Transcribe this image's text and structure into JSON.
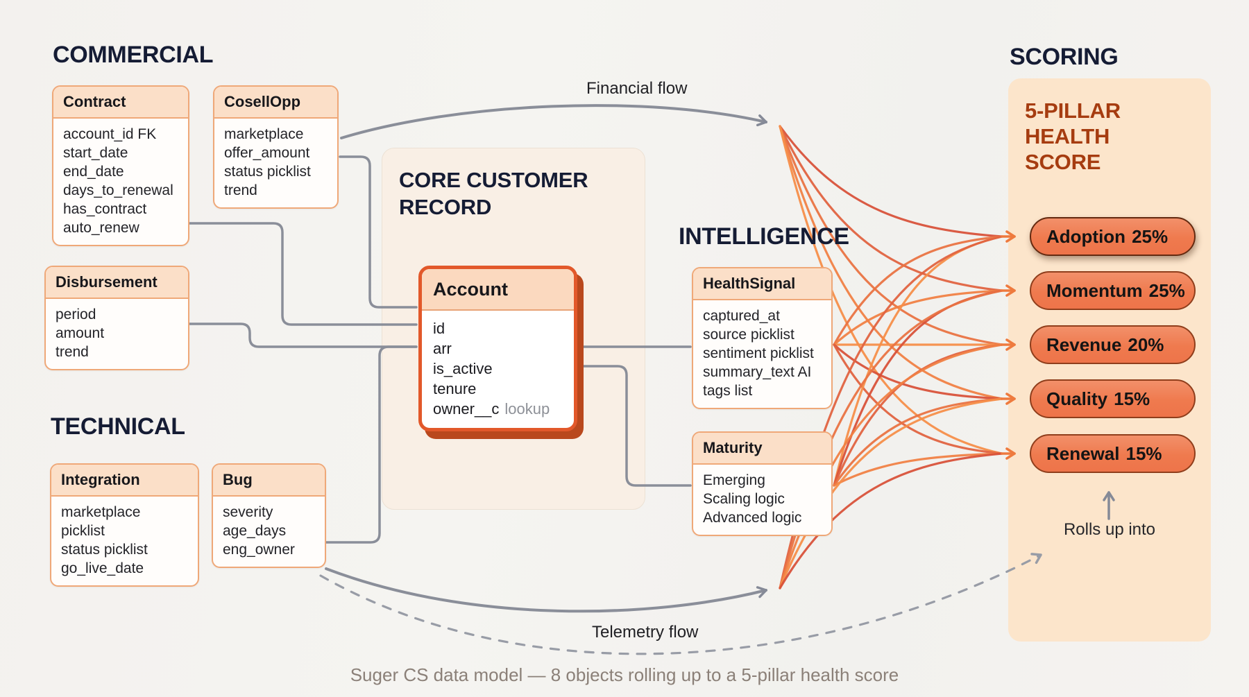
{
  "sections": {
    "commercial": "COMMERCIAL",
    "technical": "TECHNICAL",
    "intelligence": "INTELLIGENCE",
    "scoring": "SCORING"
  },
  "core": {
    "title_lines": [
      "CORE CUSTOMER",
      "RECORD"
    ]
  },
  "entities": {
    "contract": {
      "title": "Contract",
      "fields": [
        "account_id FK",
        "start_date",
        "end_date",
        "days_to_renewal",
        "has_contract",
        "auto_renew"
      ]
    },
    "cosellopp": {
      "title": "CosellOpp",
      "fields": [
        "marketplace",
        "offer_amount",
        "status picklist",
        "trend"
      ]
    },
    "disbursement": {
      "title": "Disbursement",
      "fields": [
        "period",
        "amount",
        "trend"
      ]
    },
    "integration": {
      "title": "Integration",
      "fields": [
        "marketplace picklist",
        "status picklist",
        "go_live_date"
      ]
    },
    "bug": {
      "title": "Bug",
      "fields": [
        "severity",
        "age_days",
        "eng_owner"
      ]
    },
    "account": {
      "title": "Account",
      "fields": [
        "id",
        "arr",
        "is_active",
        "tenure"
      ],
      "lookup_field": "owner__c",
      "lookup_tag": "lookup"
    },
    "healthsignal": {
      "title": "HealthSignal",
      "fields": [
        "captured_at",
        "source picklist",
        "sentiment picklist",
        "summary_text AI",
        "tags list"
      ]
    },
    "maturity": {
      "title": "Maturity",
      "fields": [
        "Emerging",
        "Scaling logic",
        "Advanced logic"
      ]
    }
  },
  "scoring": {
    "title_lines": [
      "5-PILLAR",
      "HEALTH",
      "SCORE"
    ],
    "pills": [
      {
        "label": "Adoption",
        "weight": "25%"
      },
      {
        "label": "Momentum",
        "weight": "25%"
      },
      {
        "label": "Revenue",
        "weight": "20%"
      },
      {
        "label": "Quality",
        "weight": "15%"
      },
      {
        "label": "Renewal",
        "weight": "15%"
      }
    ],
    "rolls_up": "Rolls up into"
  },
  "flows": {
    "financial": "Financial flow",
    "telemetry": "Telemetry flow"
  },
  "caption": "Suger CS data model — 8 objects rolling up to a 5-pillar health score",
  "colors": {
    "accent_orange": "#e2582a",
    "pill_fill": "#ef7a4e",
    "pill_border": "#8f3e1c",
    "connector_gray": "#858a97",
    "heading_navy": "#151c34",
    "scoring_rust": "#a63c10",
    "panel_peach": "#fce5cb"
  }
}
